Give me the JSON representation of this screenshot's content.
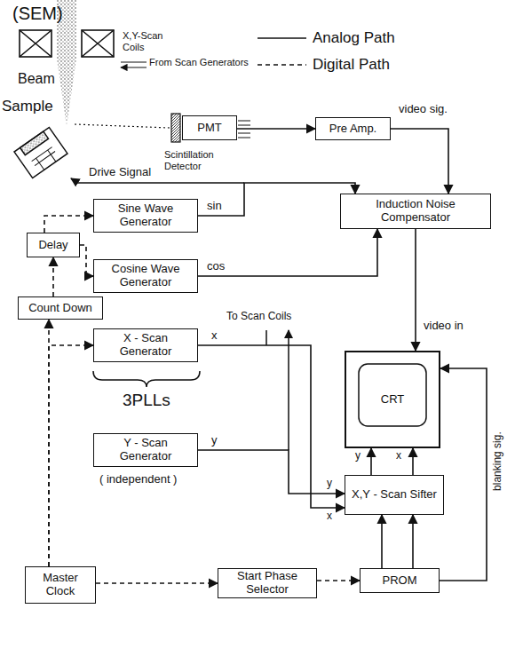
{
  "diagram": {
    "nodes": [
      {
        "text": [
          "PMT"
        ]
      },
      {
        "text": [
          "Pre Amp."
        ]
      },
      {
        "text": [
          "Sine Wave Generator"
        ]
      },
      {
        "text": [
          "Induction Noise Compensator"
        ]
      },
      {
        "text": [
          "Delay"
        ]
      },
      {
        "text": [
          "Cosine Wave Generator"
        ]
      },
      {
        "text": [
          "Count Down"
        ]
      },
      {
        "text": [
          "X - Scan Generator"
        ]
      },
      {
        "text": [
          "CRT"
        ]
      },
      {
        "text": [
          "Y - Scan Generator"
        ]
      },
      {
        "text": [
          "X,Y - Scan Sifter"
        ]
      },
      {
        "text": [
          "Master Clock"
        ]
      },
      {
        "text": [
          "Start Phase Selector"
        ]
      },
      {
        "text": [
          "PROM"
        ]
      }
    ],
    "edges": [
      {
        "from": 0,
        "to": 1,
        "arrow": "to"
      },
      {
        "from": 1,
        "to": 3,
        "label": "video sig.",
        "arrow": "to"
      },
      {
        "from": 2,
        "to": 3,
        "label": "sin",
        "arrow": "to"
      },
      {
        "from": 5,
        "to": 3,
        "label": "cos",
        "arrow": "to"
      },
      {
        "from": 3,
        "to": 8,
        "label": "video in",
        "arrow": "to"
      },
      {
        "from": 6,
        "to": 4,
        "arrow": "to"
      },
      {
        "from": 4,
        "to": 2,
        "arrow": "to"
      },
      {
        "from": 4,
        "to": 5,
        "arrow": "to"
      },
      {
        "from": 11,
        "to": 6,
        "arrow": "to"
      },
      {
        "from": 11,
        "to": 7,
        "arrow": "to"
      },
      {
        "from": 11,
        "to": 12,
        "arrow": "to"
      },
      {
        "from": 12,
        "to": 13,
        "arrow": "to"
      },
      {
        "from": 13,
        "to": 10,
        "arrow": "to"
      },
      {
        "from": 13,
        "to": 8,
        "label": "blanking sig.",
        "arrow": "to"
      },
      {
        "from": 7,
        "to": 10,
        "label": "x",
        "arrow": "to"
      },
      {
        "from": 9,
        "to": 10,
        "label": "y",
        "arrow": "to"
      },
      {
        "from": 10,
        "to": 8,
        "arrow": "to"
      },
      {
        "from": 10,
        "to": 8,
        "arrow": "to"
      },
      {
        "from": 13,
        "to": 10,
        "arrow": "to"
      }
    ],
    "labels": [
      "(SEM)",
      "X,Y-Scan Coils",
      "From Scan Generators",
      "Beam",
      "Sample",
      "Scintillation Detector",
      "Drive Signal",
      "To Scan Coils",
      "3PLLs",
      "( independent )",
      "y",
      "x",
      "y",
      "x"
    ],
    "legend": [
      {
        "text": "Analog Path"
      },
      {
        "text": "Digital Path"
      }
    ]
  }
}
